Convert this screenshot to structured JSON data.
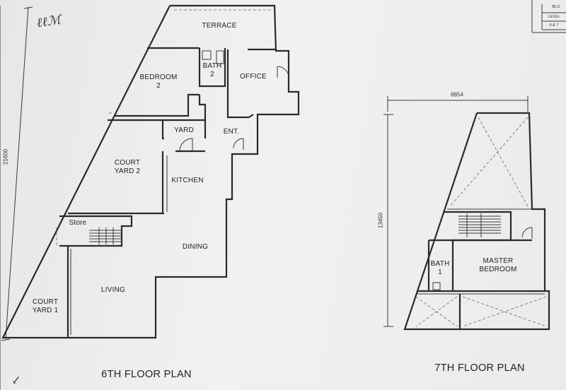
{
  "plans": {
    "sixth": {
      "title": "6TH FLOOR PLAN",
      "overall_dimension": "21600",
      "rooms": {
        "terrace": "TERRACE",
        "bedroom2": "BEDROOM\n2",
        "bath2": "BATH\n2",
        "office": "OFFICE",
        "yard": "YARD",
        "ent": "ENT.",
        "court_yard_2": "COURT\nYARD 2",
        "kitchen": "KITCHEN",
        "store": "Store",
        "dining": "DINING",
        "living": "LIVING",
        "court_yard_1": "COURT\nYARD 1"
      }
    },
    "seventh": {
      "title": "7TH FLOOR PLAN",
      "width_dimension": "8854",
      "depth_dimension": "13450",
      "rooms": {
        "bath1": "BATH\n1",
        "master_bedroom": "MASTER\nBEDROOM"
      }
    }
  },
  "title_block": {
    "row1": "BLO",
    "row2": "LEVEL",
    "row3": "6 & 7"
  }
}
